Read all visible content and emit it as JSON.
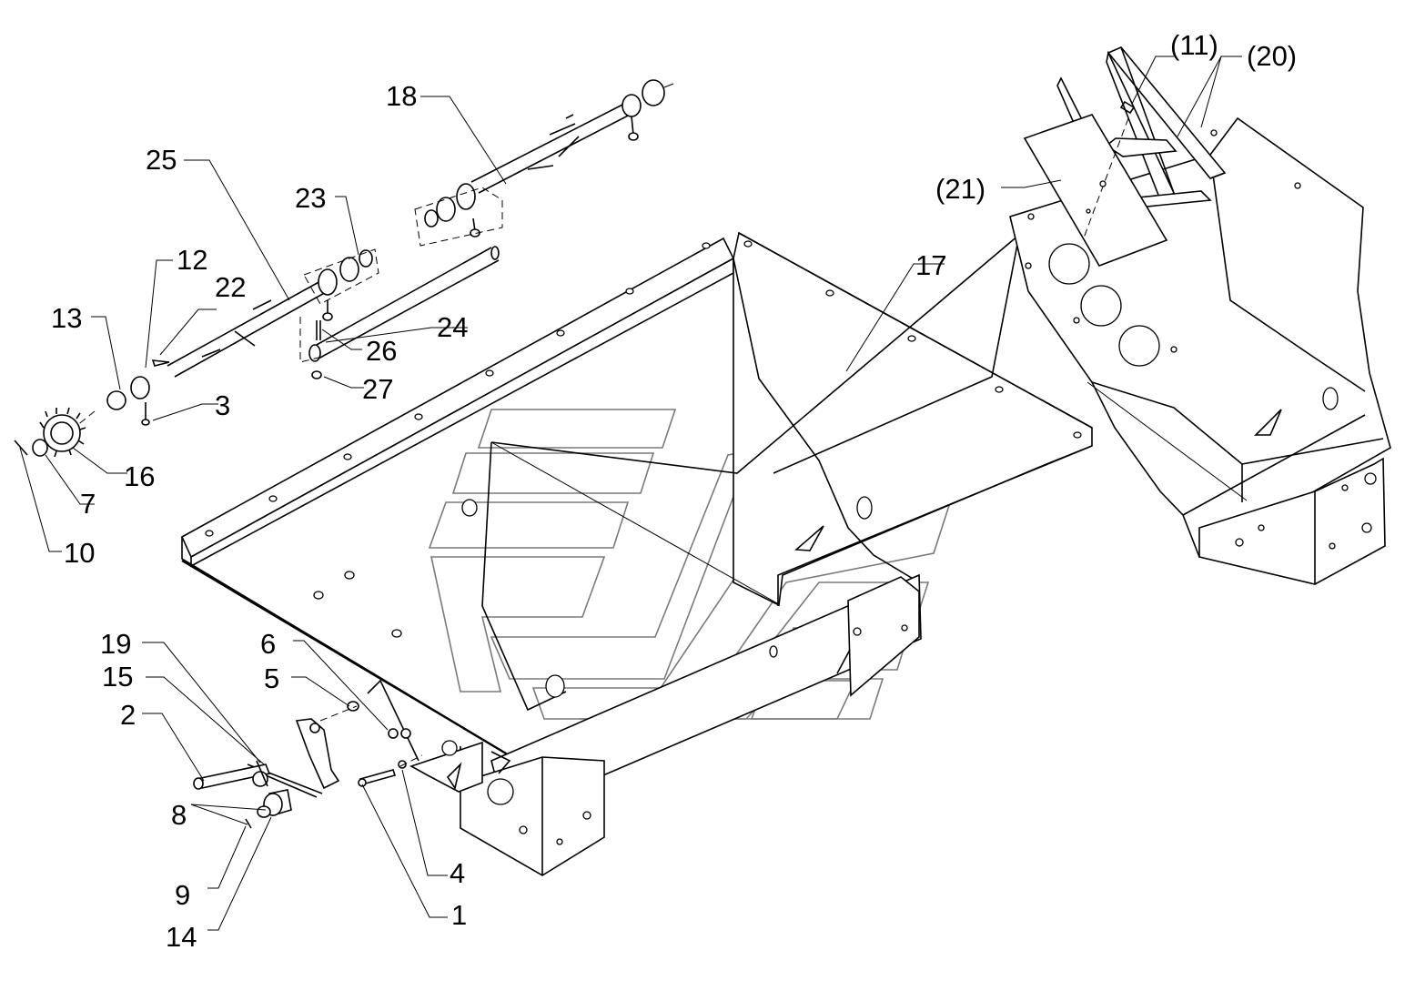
{
  "labels": {
    "l1": "1",
    "l2": "2",
    "l3": "3",
    "l4": "4",
    "l5": "5",
    "l6": "6",
    "l7": "7",
    "l8": "8",
    "l9": "9",
    "l10": "10",
    "l11": "(11)",
    "l12": "12",
    "l13": "13",
    "l14": "14",
    "l15": "15",
    "l16": "16",
    "l17": "17",
    "l18": "18",
    "l19": "19",
    "l20": "(20)",
    "l21": "(21)",
    "l22": "22",
    "l23": "23",
    "l24": "24",
    "l25": "25",
    "l26": "26",
    "l27": "27"
  }
}
